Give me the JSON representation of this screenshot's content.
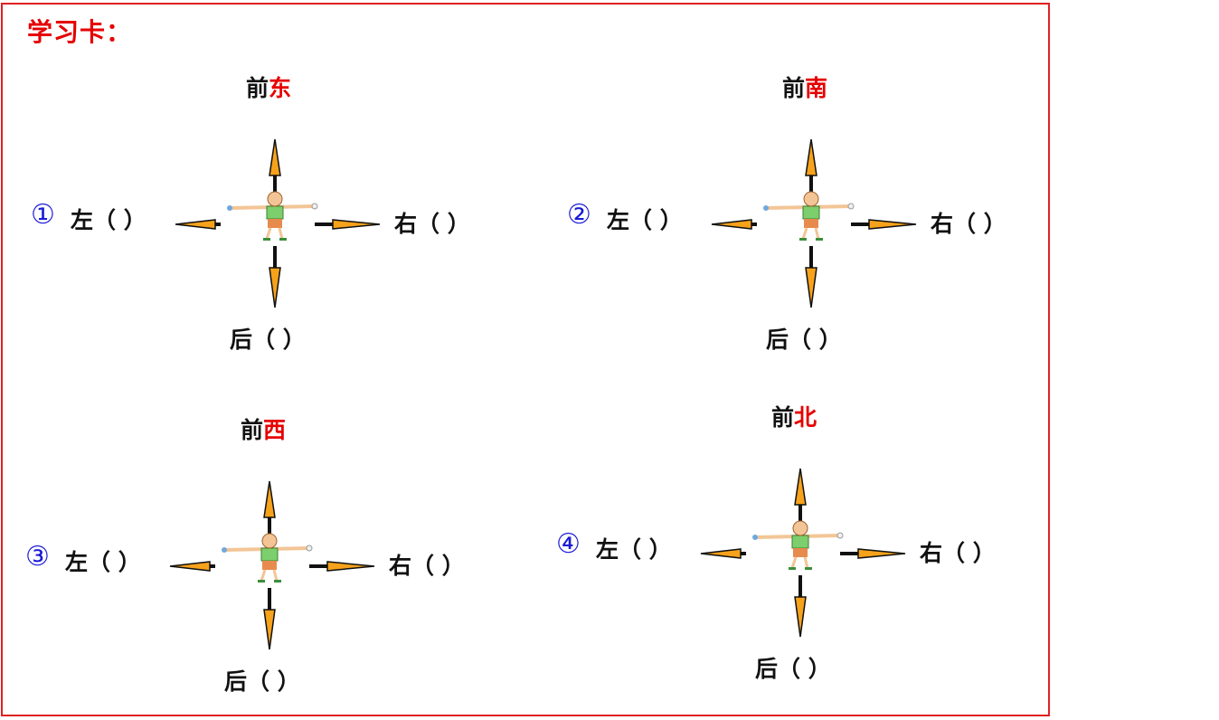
{
  "card": {
    "title": "学习卡：",
    "border_color": "#e02020",
    "title_color": "#e60000"
  },
  "arrow": {
    "fill": "#f7a21b",
    "outline": "#111111"
  },
  "figure": {
    "shirt": "#7ccf6c",
    "shorts": "#e78a4d",
    "skin": "#f3c596"
  },
  "panels": [
    {
      "num": "①",
      "front_prefix": "前",
      "front_dir": "东",
      "left": "左（ ）",
      "right": "右（ ）",
      "back": "后（ ）"
    },
    {
      "num": "②",
      "front_prefix": "前",
      "front_dir": "南",
      "left": "左（ ）",
      "right": "右（ ）",
      "back": "后（ ）"
    },
    {
      "num": "③",
      "front_prefix": "前",
      "front_dir": "西",
      "left": "左（ ）",
      "right": "右（ ）",
      "back": "后（ ）"
    },
    {
      "num": "④",
      "front_prefix": "前",
      "front_dir": "北",
      "left": "左（ ）",
      "right": "右（ ）",
      "back": "后（ ）"
    }
  ]
}
